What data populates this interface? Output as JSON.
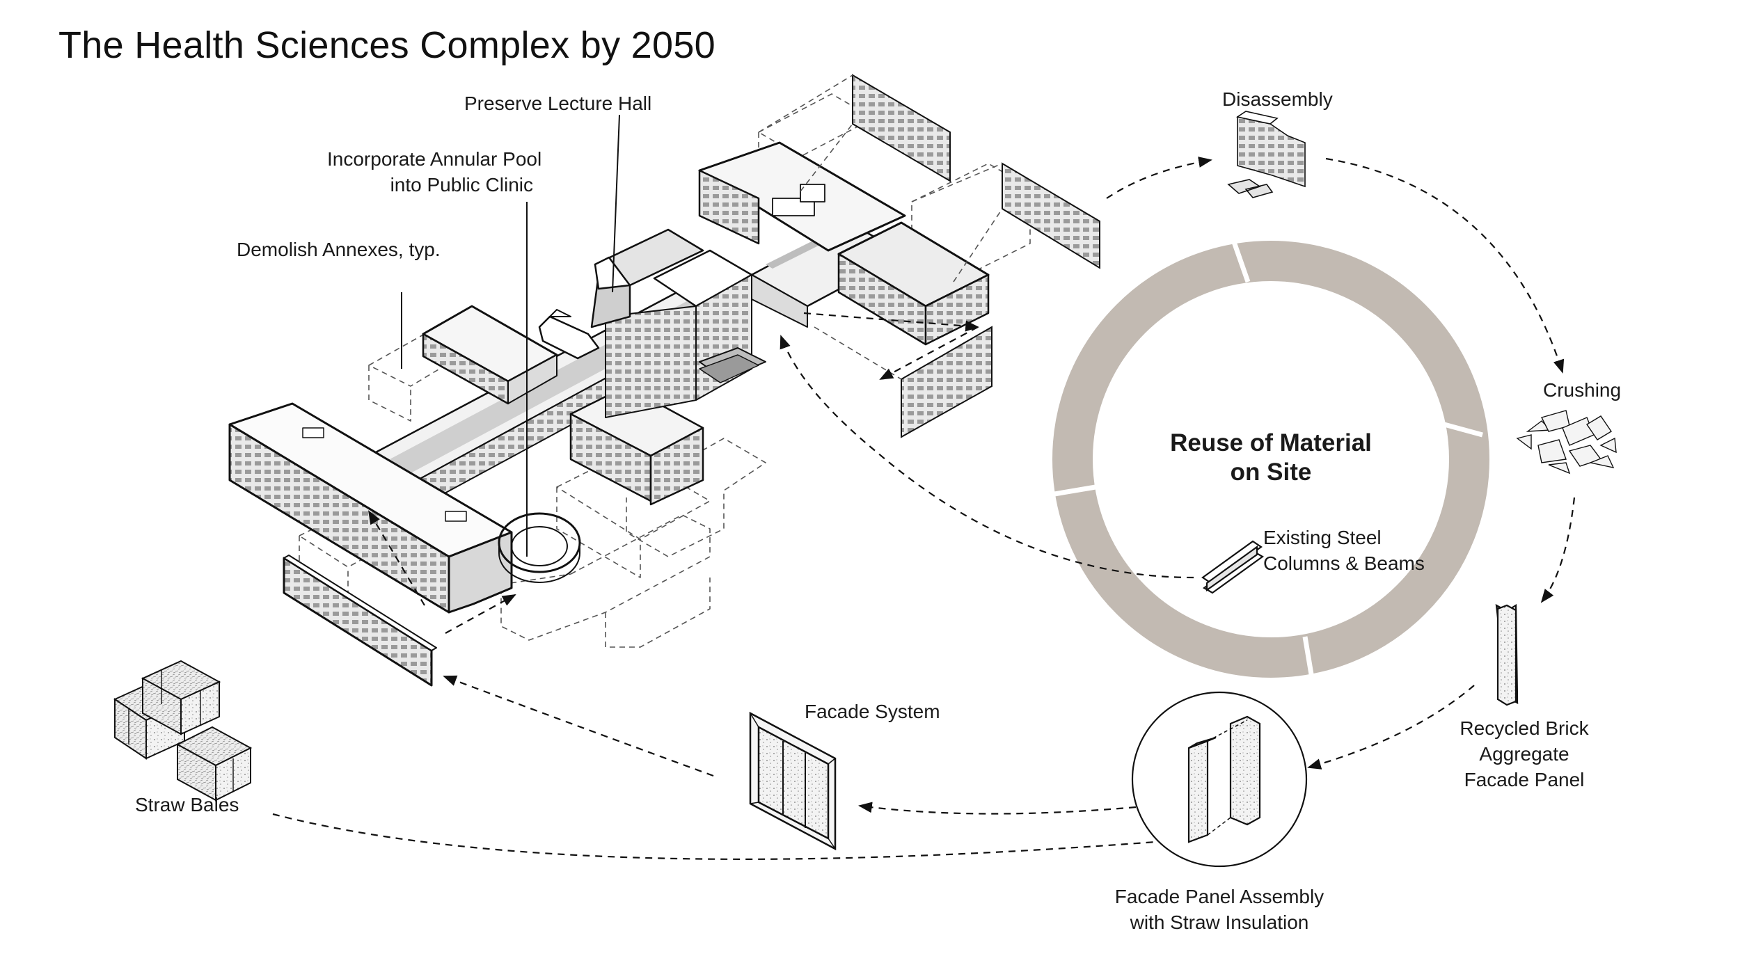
{
  "title": "The Health Sciences Complex by 2050",
  "annotations": {
    "preserve": "Preserve Lecture Hall",
    "pool": [
      "Incorporate Annular Pool",
      "into Public Clinic"
    ],
    "demolish": "Demolish Annexes, typ."
  },
  "cycle": {
    "center": [
      "Reuse of Material",
      "on Site"
    ],
    "ring_color": "#c2bab2",
    "steps": {
      "disassembly": "Disassembly",
      "crushing": "Crushing",
      "recycled_panel": [
        "Recycled Brick",
        "Aggregate",
        "Facade Panel"
      ],
      "panel_assembly": [
        "Facade Panel Assembly",
        "with Straw Insulation"
      ],
      "facade_system": "Facade System",
      "straw_bales": "Straw Bales",
      "steel": [
        "Existing Steel",
        "Columns & Beams"
      ]
    }
  }
}
